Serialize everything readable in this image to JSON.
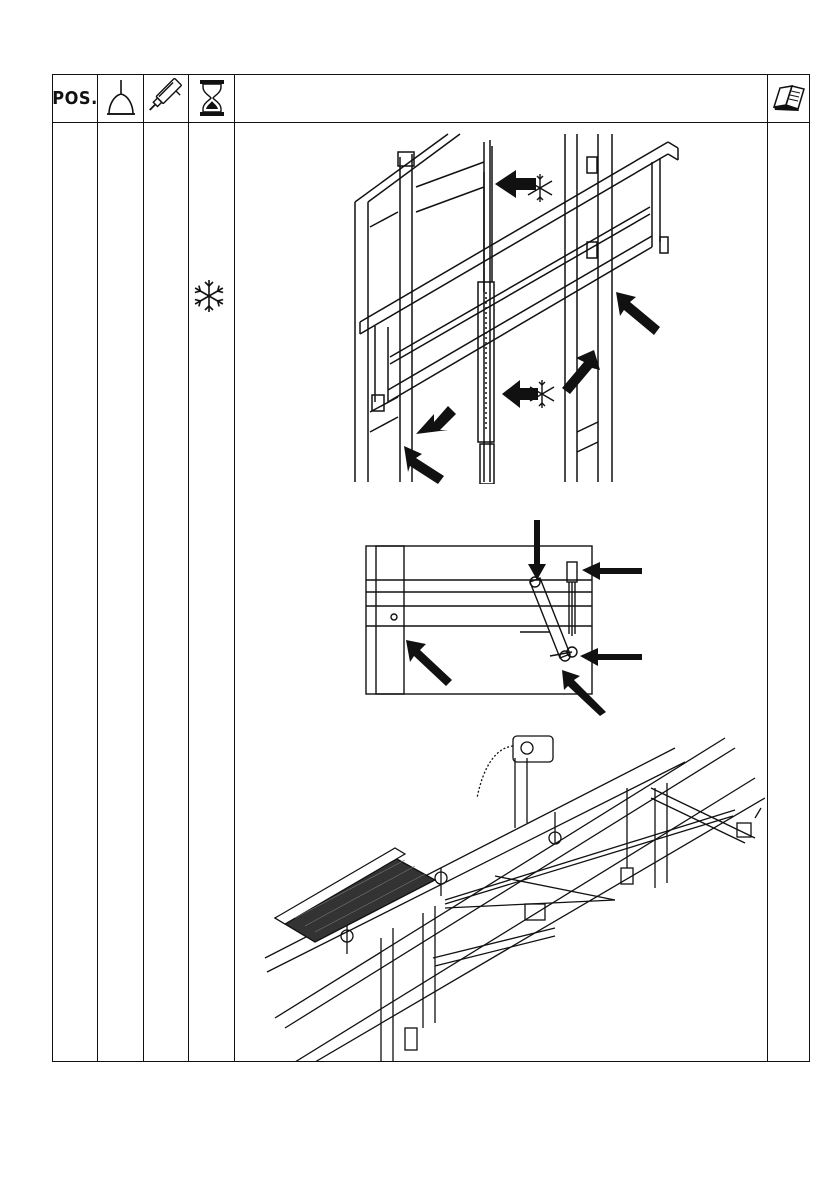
{
  "header": {
    "pos_label": "POS.",
    "icons": [
      "lubrication-oil-can-icon",
      "grease-gun-icon",
      "hourglass-interval-icon",
      "manual-book-icon"
    ]
  },
  "row": {
    "interval_symbol": "snowflake-icon"
  },
  "figures": [
    {
      "name": "frame-lubrication-points",
      "symbols": [
        "snowflake-icon",
        "snowflake-icon"
      ]
    },
    {
      "name": "gas-strut-linkage-lubrication-points"
    },
    {
      "name": "footrest-linkage-assembly"
    }
  ]
}
